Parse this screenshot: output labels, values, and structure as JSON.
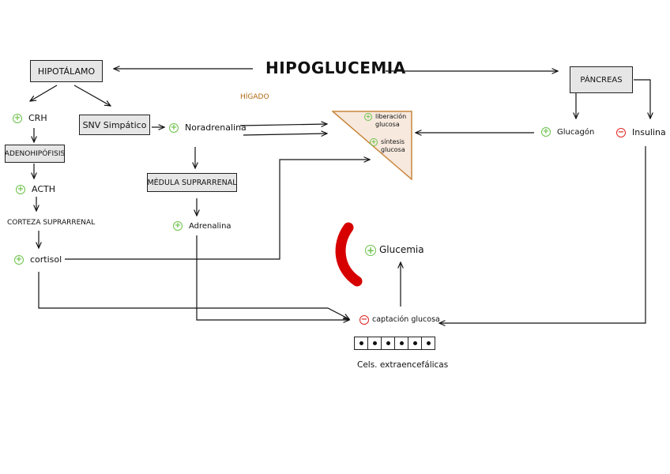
{
  "title": "HIPOGLUCEMIA",
  "colors": {
    "positive": "#6cc24a",
    "negative": "#e02424",
    "liver_fill": "#f7e9de",
    "liver_border": "#c8853a",
    "hig_label": "#b06a12",
    "glycemia_arc": "#d60000",
    "box_fill": "#e6e6e6"
  },
  "nodes": {
    "hipotalamo": "HIPOTÁLAMO",
    "crh": "CRH",
    "snv": "SNV Simpático",
    "adenohipofisis": "ADENOHIPÓFISIS",
    "acth": "ACTH",
    "corteza": "CORTEZA SUPRARRENAL",
    "cortisol": "cortisol",
    "noradrenalina": "Noradrenalina",
    "medula": "MÉDULA SUPRARRENAL",
    "adrenalina": "Adrenalina",
    "higado": "HÍGADO",
    "liberacion": "liberación glucosa",
    "sintesis": "síntesis glucosa",
    "pancreas": "PÁNCREAS",
    "glucagon": "Glucagón",
    "insulina": "Insulina",
    "glucemia": "Glucemia",
    "captacion": "captación glucosa",
    "cels": "Cels. extraencefálicas"
  },
  "signs": {
    "plus": "+",
    "minus": "−"
  },
  "cell_count": 6
}
